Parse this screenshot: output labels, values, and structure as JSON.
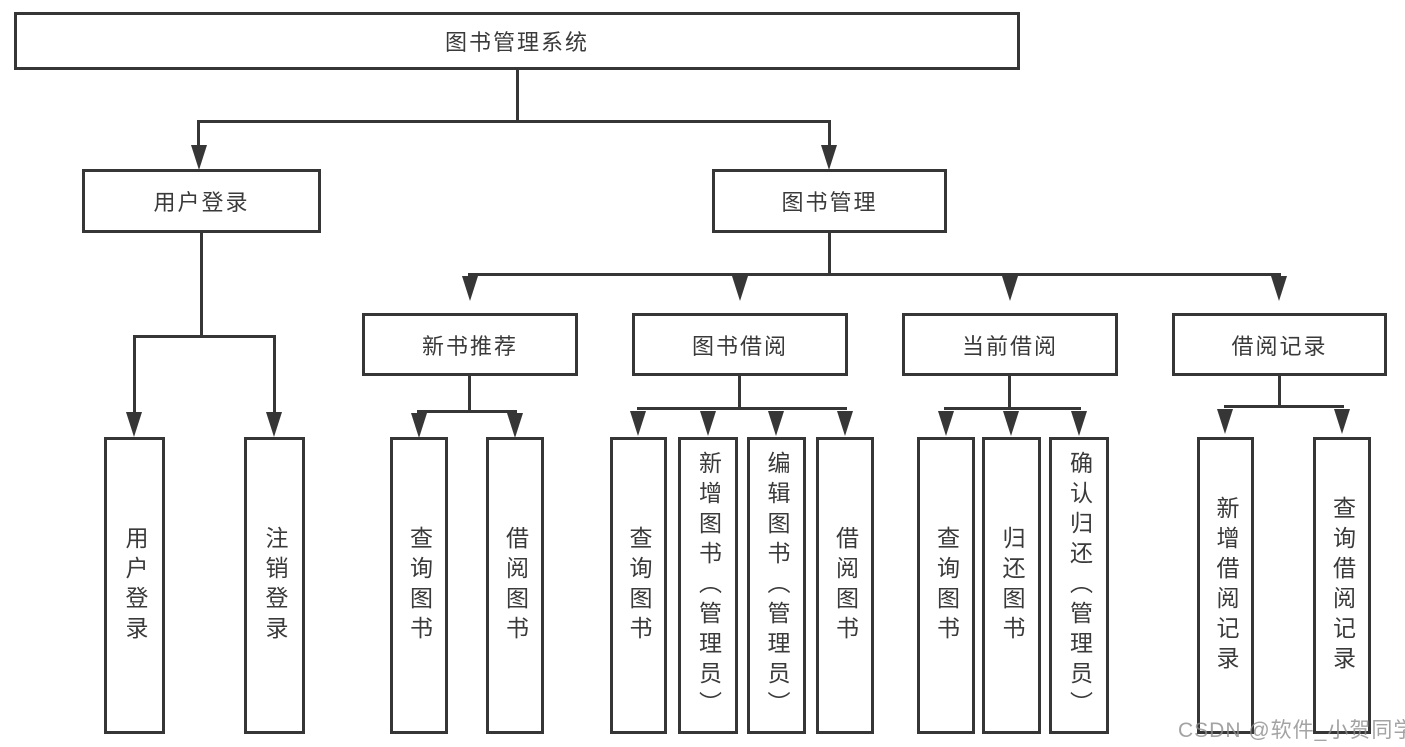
{
  "diagram": {
    "root": "图书管理系统",
    "user_login": {
      "label": "用户登录",
      "children": [
        "用户登录",
        "注销登录"
      ]
    },
    "book_management": {
      "label": "图书管理",
      "sections": [
        {
          "label": "新书推荐",
          "children": [
            "查询图书",
            "借阅图书"
          ]
        },
        {
          "label": "图书借阅",
          "children": [
            "查询图书",
            "新增图书（管理员）",
            "编辑图书（管理员）",
            "借阅图书"
          ]
        },
        {
          "label": "当前借阅",
          "children": [
            "查询图书",
            "归还图书",
            "确认归还（管理员）"
          ]
        },
        {
          "label": "借阅记录",
          "children": [
            "新增借阅记录",
            "查询借阅记录"
          ]
        }
      ]
    }
  },
  "watermark": "CSDN @软件_小贺同学",
  "colors": {
    "line": "#363636",
    "box_border": "#363636",
    "text": "#333333",
    "watermark": "#8c8c8c",
    "background": "#ffffff"
  }
}
